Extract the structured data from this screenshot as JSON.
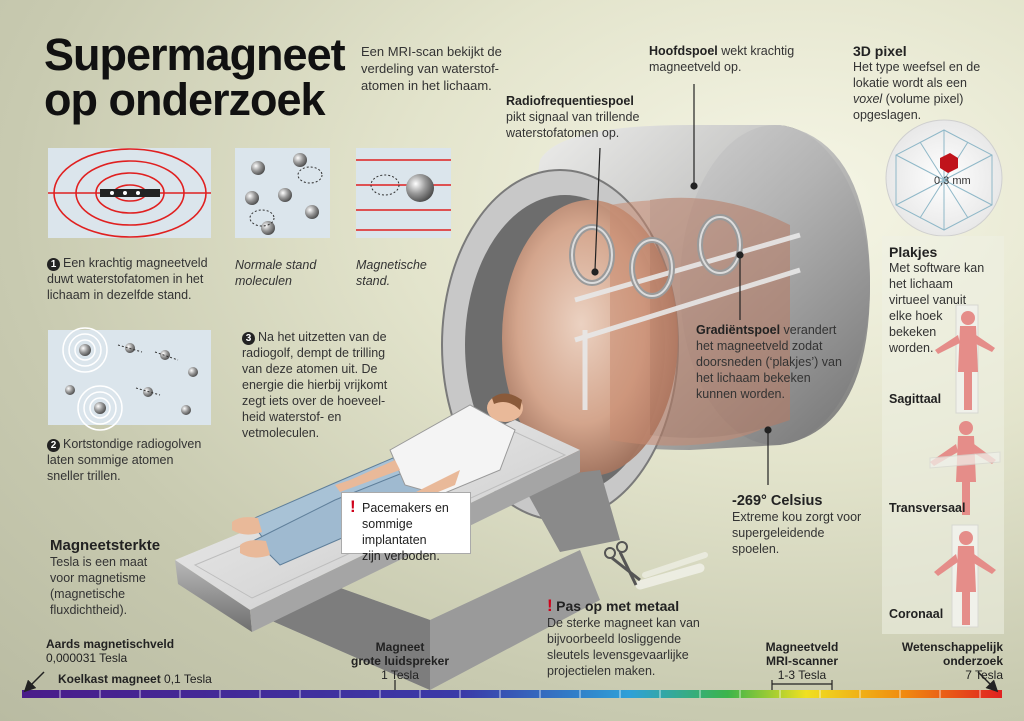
{
  "title": {
    "line1": "Supermagneet",
    "line2": "op onderzoek"
  },
  "intro": "Een MRI-scan bekijkt de verdeling van waterstof-atomen in het lichaam.",
  "intro_lines": [
    "Een MRI-scan bekijkt de",
    "verdeling van waterstof-",
    "atomen in het lichaam."
  ],
  "labels": {
    "hoofdspoel": {
      "term": "Hoofdspoel",
      "lines": [
        " wekt krachtig",
        "magneetveld op."
      ]
    },
    "radio": {
      "term": "Radiofrequentiespoel",
      "lines": [
        "pikt signaal van trillende",
        "waterstofatomen op."
      ]
    },
    "gradient": {
      "term": "Gradiëntspoel",
      "lines": [
        " verandert",
        "het magneetveld zodat",
        "doorsneden (‘plakjes’) van",
        "het lichaam bekeken",
        "kunnen worden."
      ]
    },
    "celsius": {
      "term": "-269° Celsius",
      "lines": [
        "Extreme kou zorgt voor",
        "supergeleidende",
        "spoelen."
      ]
    }
  },
  "pixel": {
    "title": "3D pixel",
    "lines": [
      "Het type weefsel en de",
      "lokatie wordt als een",
      "(volume pixel)",
      "opgeslagen."
    ],
    "voxel_word": "voxel",
    "size": "0,3 mm"
  },
  "steps": {
    "step1": {
      "num": "1",
      "lines": [
        "Een krachtig magneetveld",
        "duwt waterstofatomen in het",
        "lichaam in dezelfde stand."
      ]
    },
    "normal": [
      "Normale stand",
      "moleculen"
    ],
    "magnetic": [
      "Magnetische",
      "stand."
    ],
    "step2": {
      "num": "2",
      "lines": [
        "Kortstondige radiogolven",
        "laten sommige atomen",
        "sneller trillen."
      ]
    },
    "step3": {
      "num": "3",
      "lines": [
        "Na het uitzetten van de",
        "radiogolf, dempt de trilling",
        "van deze atomen uit. De",
        "energie die hierbij vrijkomt",
        "zegt iets over de hoeveel-",
        "heid waterstof- en",
        "vetmoleculen."
      ]
    }
  },
  "warning": {
    "lines": [
      "Pacemakers en",
      "sommige implantaten",
      "zijn verboden."
    ]
  },
  "metal": {
    "title": "Pas op met metaal",
    "lines": [
      "De sterke magneet kan van",
      "bijvoorbeeld losliggende",
      "sleutels levensgevaarlijke",
      "projectielen maken."
    ]
  },
  "plakjes": {
    "title": "Plakjes",
    "lines": [
      "Met software kan",
      "het lichaam",
      "virtueel vanuit",
      "elke hoek",
      "bekeken",
      "worden."
    ],
    "views": [
      "Sagittaal",
      "Transversaal",
      "Coronaal"
    ]
  },
  "sterkte": {
    "title": "Magneetsterkte",
    "lines": [
      "Tesla is een maat",
      "voor magnetisme",
      "(magnetische",
      "fluxdichtheid)."
    ]
  },
  "scale": {
    "aards": {
      "title": "Aards magnetischveld",
      "value": "0,000031 Tesla"
    },
    "koelkast": {
      "title": "Koelkast magneet",
      "value": "0,1 Tesla"
    },
    "luidspreker": {
      "title1": "Magneet",
      "title2": "grote luidspreker",
      "value": "1 Tesla"
    },
    "mri": {
      "title1": "Magneetveld",
      "title2": "MRI-scanner",
      "value": "1-3 Tesla"
    },
    "wetenschap": {
      "title1": "Wetenschappelijk",
      "title2": "onderzoek",
      "value": "7 Tesla"
    }
  },
  "colors": {
    "accent_red": "#d0021b",
    "field_red": "#e02020",
    "panel_blue": "#dbe5ec"
  }
}
